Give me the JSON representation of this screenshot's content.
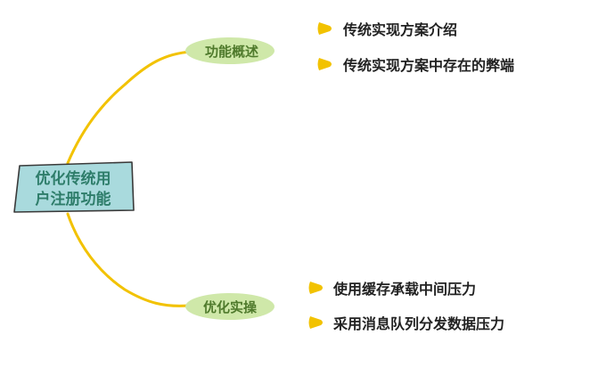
{
  "root": {
    "label_line1": "优化传统用",
    "label_line2": "户注册功能"
  },
  "branches": [
    {
      "label": "功能概述",
      "items": [
        "传统实现方案介绍",
        "传统实现方案中存在的弊端"
      ]
    },
    {
      "label": "优化实操",
      "items": [
        "使用缓存承载中间压力",
        "采用消息队列分发数据压力"
      ]
    }
  ],
  "colors": {
    "connector": "#f2c200",
    "root_fill": "#a9dadd",
    "root_text": "#2e7d6a",
    "branch_fill": "#cfe8a9",
    "branch_text": "#4f7a2c",
    "bullet": "#f2c200",
    "leaf_text": "#222222"
  }
}
